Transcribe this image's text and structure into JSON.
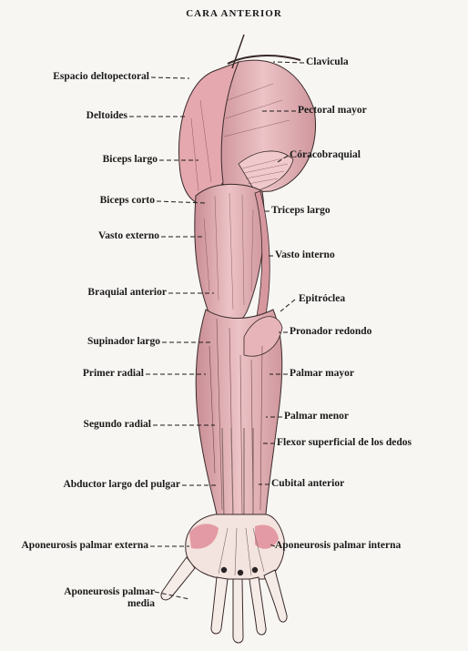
{
  "title": "CARA ANTERIOR",
  "colors": {
    "muscle": "#e8b8bc",
    "muscle_shade": "#c98d95",
    "tendon": "#efe6e2",
    "ink": "#1f1a1a",
    "accent": "#d46a7a"
  },
  "labels_left": {
    "espacio_deltopectoral": "Espacio deltopectoral",
    "deltoides": "Deltoides",
    "biceps_largo": "Biceps largo",
    "biceps_corto": "Biceps corto",
    "vasto_externo": "Vasto externo",
    "braquial_anterior": "Braquial anterior",
    "supinador_largo": "Supinador largo",
    "primer_radial": "Primer radial",
    "segundo_radial": "Segundo radial",
    "abductor_largo": "Abductor largo del pulgar",
    "aponeurosis_externa": "Aponeurosis palmar externa",
    "aponeurosis_media_1": "Aponeurosis palmar",
    "aponeurosis_media_2": "media"
  },
  "labels_right": {
    "clavicula": "Clavicula",
    "pectoral_mayor": "Pectoral mayor",
    "coracobraquial": "Córacobraquial",
    "triceps_largo": "Triceps largo",
    "vasto_interno": "Vasto interno",
    "epitroclea": "Epitróclea",
    "pronador_redondo": "Pronador redondo",
    "palmar_mayor": "Palmar mayor",
    "palmar_menor": "Palmar menor",
    "flexor_superficial": "Flexor superficial de los dedos",
    "cubital_anterior": "Cubital anterior",
    "aponeurosis_interna": "Aponeurosis palmar interna"
  }
}
